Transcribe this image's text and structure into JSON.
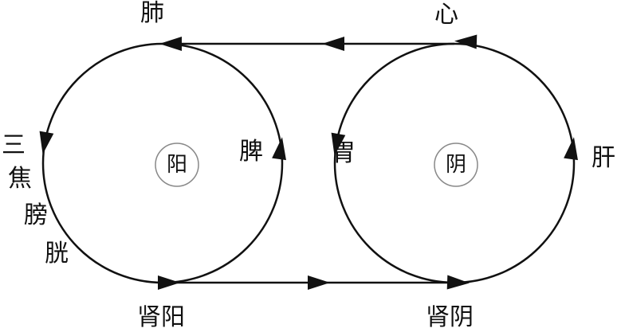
{
  "diagram": {
    "left_circle": {
      "center_label": "阳"
    },
    "right_circle": {
      "center_label": "阴"
    },
    "labels": {
      "lung": "肺",
      "heart": "心",
      "san": "三",
      "jiao": "焦",
      "pang": "膀",
      "guang": "胱",
      "spleen": "脾",
      "stomach": "胃",
      "liver": "肝",
      "kidney_yang": "肾阳",
      "kidney_yin": "肾阴"
    },
    "colors": {
      "stroke": "#111111",
      "inner_circle": "#888888"
    }
  }
}
